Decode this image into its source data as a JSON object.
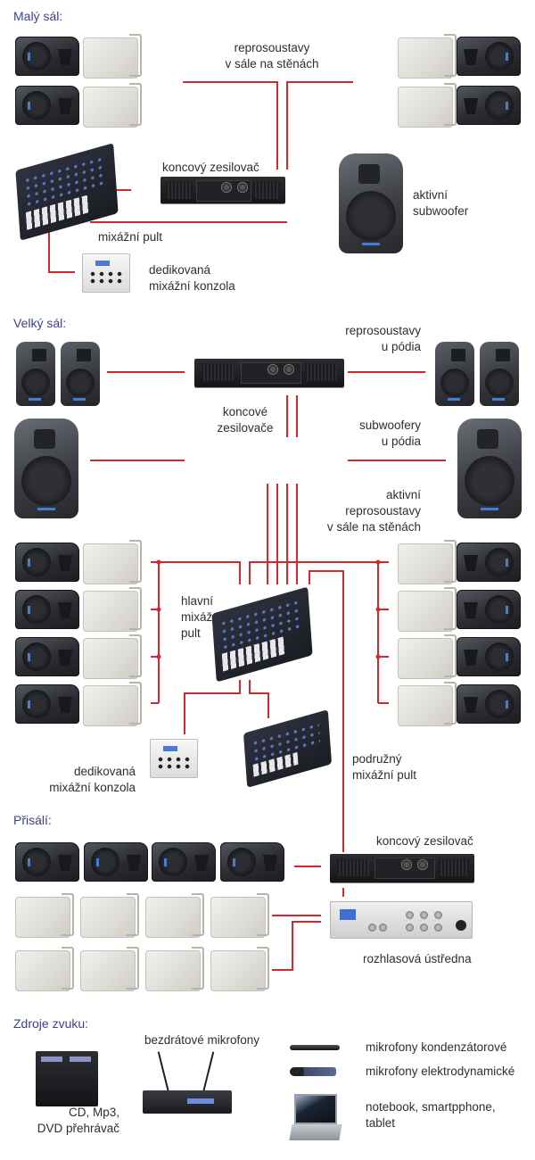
{
  "colors": {
    "section_title": "#3b3f8f",
    "wire": "#d9252c",
    "label": "#2e2e2e",
    "background": "#ffffff"
  },
  "sections": {
    "maly_sal": {
      "title": "Malý sál:",
      "labels": {
        "wall_speakers": [
          "reprosoustavy",
          "v sále na stěnách"
        ],
        "amplifier": "koncový zesilovač",
        "active_subwoofer": [
          "aktivní",
          "subwoofer"
        ],
        "mixer": "mixážní pult",
        "console": [
          "dedikovaná",
          "mixážní konzola"
        ]
      }
    },
    "velky_sal": {
      "title": "Velký sál:",
      "labels": {
        "stage_speakers": [
          "reprosoustavy",
          "u pódia"
        ],
        "amplifiers": [
          "koncové",
          "zesilovače"
        ],
        "stage_subwoofers": [
          "subwoofery",
          "u pódia"
        ],
        "active_wall_speakers": [
          "aktivní",
          "reprosoustavy",
          "v sále na stěnách"
        ],
        "main_mixer": [
          "hlavní",
          "mixážní",
          "pult"
        ],
        "console": [
          "dedikovaná",
          "mixážní konzola"
        ],
        "sub_mixer": [
          "podružný",
          "mixážní pult"
        ]
      }
    },
    "prisali": {
      "title": "Přisálí:",
      "labels": {
        "amplifier": "koncový zesilovač",
        "pa_unit": "rozhlasová ústředna"
      }
    },
    "zdroje": {
      "title": "Zdroje zvuku:",
      "labels": {
        "cd_player": [
          "CD, Mp3,",
          "DVD přehrávač"
        ],
        "wireless_mics": "bezdrátové mikrofony",
        "condenser_mics": "mikrofony kondenzátorové",
        "dynamic_mics": "mikrofony elektrodynamické",
        "devices": [
          "notebook, smartpphone,",
          "tablet"
        ]
      }
    }
  }
}
